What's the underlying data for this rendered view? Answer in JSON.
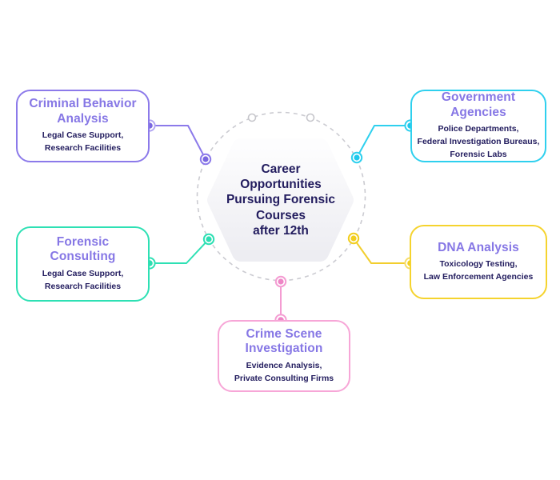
{
  "diagram": {
    "type": "radial-infographic",
    "background_color": "#ffffff",
    "center": {
      "shape": "hexagon",
      "lines": [
        "Career",
        "Opportunities",
        "Pursuing Forensic",
        "Courses",
        "after 12th"
      ],
      "text_color": "#221c5e",
      "fill_top": "#fdfdfe",
      "fill_bottom": "#ededf2"
    },
    "ring": {
      "style": "dashed-circle",
      "stroke_color": "#cbcbd1",
      "decor_circle_count": 2
    },
    "cards": [
      {
        "id": "criminal-behavior-analysis",
        "title_lines": [
          "Criminal Behavior",
          "Analysis"
        ],
        "subtitle_lines": [
          "Legal Case Support,",
          "Research Facilities"
        ],
        "accent": "#8c7aea",
        "position": "top-left"
      },
      {
        "id": "government-agencies",
        "title_lines": [
          "Government",
          "Agencies"
        ],
        "subtitle_lines": [
          "Police Departments,",
          "Federal Investigation Bureaus,",
          "Forensic Labs"
        ],
        "accent": "#2fd0ee",
        "position": "top-right"
      },
      {
        "id": "forensic-consulting",
        "title_lines": [
          "Forensic",
          "Consulting"
        ],
        "subtitle_lines": [
          "Legal Case Support,",
          "Research Facilities"
        ],
        "accent": "#2ee0b4",
        "position": "middle-left"
      },
      {
        "id": "dna-analysis",
        "title_lines": [
          "DNA Analysis"
        ],
        "subtitle_lines": [
          "Toxicology Testing,",
          "Law Enforcement Agencies"
        ],
        "accent": "#f5d32e",
        "position": "middle-right"
      },
      {
        "id": "crime-scene-investigation",
        "title_lines": [
          "Crime Scene",
          "Investigation"
        ],
        "subtitle_lines": [
          "Evidence Analysis,",
          "Private Consulting Firms"
        ],
        "accent": "#f7a6d7",
        "position": "bottom-center"
      }
    ],
    "colors": {
      "title_purple": "#8677e5",
      "body_navy": "#221c5e",
      "purple": "#8c7aea",
      "cyan": "#2fd0ee",
      "teal": "#2ee0b4",
      "yellow": "#f5d32e",
      "pink": "#f7a6d7",
      "pink_node": "#ee86c6",
      "ring_gray": "#cbcbd1"
    }
  }
}
